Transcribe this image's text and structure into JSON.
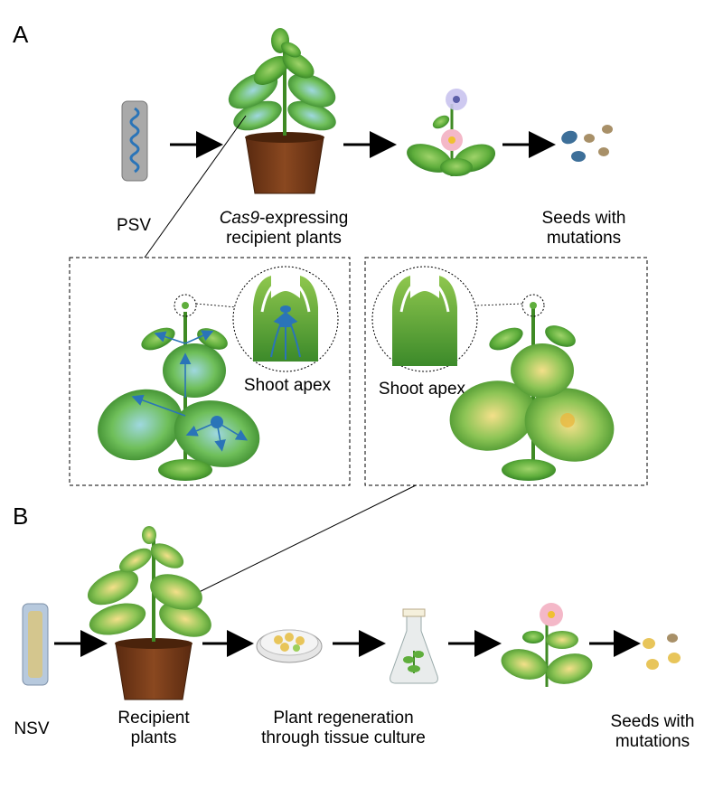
{
  "panel_a": {
    "letter": "A",
    "psv_label": "PSV",
    "cas9_italic": "Cas9",
    "cas9_rest": "-expressing",
    "cas9_line2": "recipient plants",
    "seeds_line1": "Seeds with",
    "seeds_line2": "mutations",
    "apex_left": "Shoot apex",
    "apex_right": "Shoot apex"
  },
  "panel_b": {
    "letter": "B",
    "nsv_label": "NSV",
    "recipient_line1": "Recipient",
    "recipient_line2": "plants",
    "regen_line1": "Plant regeneration",
    "regen_line2": "through tissue culture",
    "seeds_line1": "Seeds with",
    "seeds_line2": "mutations"
  },
  "colors": {
    "leaf": "#5fae3c",
    "leaf_dark": "#2f7d22",
    "pot": "#7a3d1c",
    "psv_blue": "#2a74b8",
    "nsv_yellow": "#e8c55a",
    "flower_pink": "#f4b8c8",
    "seed_blue": "#3d6f99",
    "seed_tan": "#a89068"
  }
}
